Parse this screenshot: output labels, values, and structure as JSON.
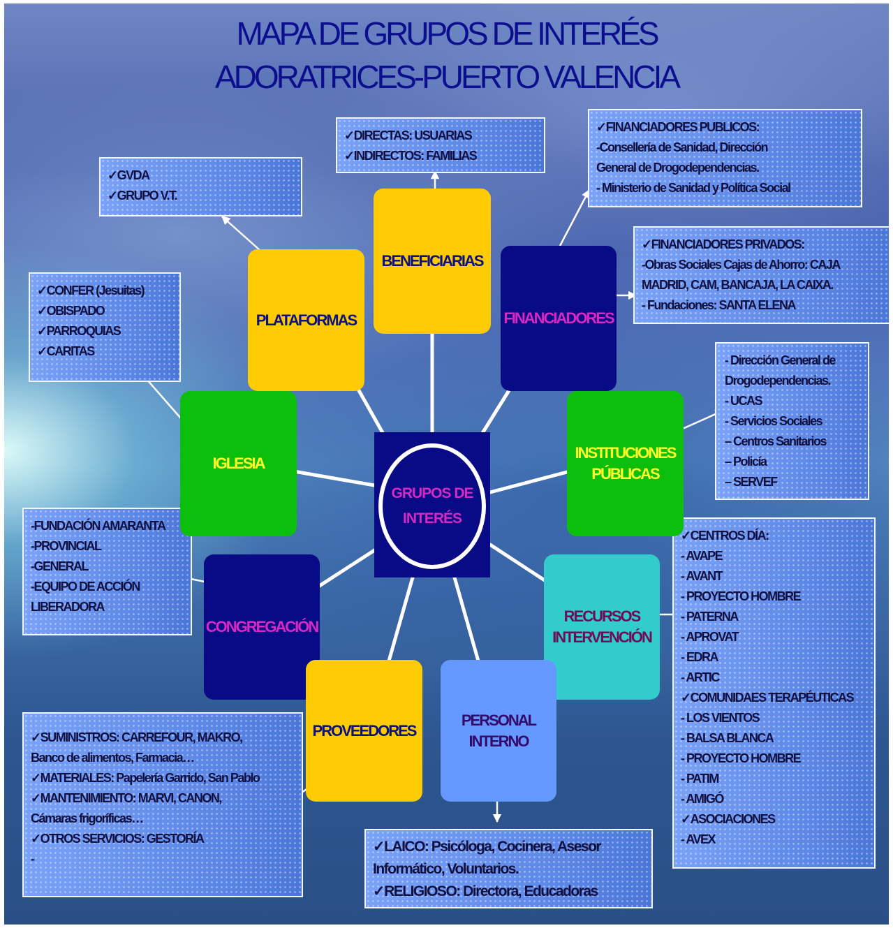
{
  "title": {
    "line1": "MAPA DE GRUPOS DE INTERÉS",
    "line2": "ADORATRICES-PUERTO VALENCIA"
  },
  "center": {
    "label": "GRUPOS DE INTERÉS"
  },
  "nodes": {
    "beneficiarias": "BENEFICIARIAS",
    "plataformas": "PLATAFORMAS",
    "financiadores": "FINANCIADORES",
    "iglesia": "IGLESIA",
    "instituciones": "INSTITUCIONES PÚBLICAS",
    "congregacion": "CONGREGACIÓN",
    "recursos": "RECURSOS INTERVENCIÓN",
    "proveedores": "PROVEEDORES",
    "personal": "PERSONAL INTERNO"
  },
  "boxes": {
    "beneficiarias": [
      "✓DIRECTAS: USUARIAS",
      "✓INDIRECTOS: FAMILIAS"
    ],
    "plataformas": [
      "✓GVDA",
      "✓GRUPO V.T."
    ],
    "financiadores_publicos": [
      "✓FINANCIADORES PUBLICOS:",
      "-Consellería de Sanidad, Dirección",
      "General de Drogodependencias.",
      "- Ministerio de Sanidad y Política Social"
    ],
    "financiadores_privados": [
      "✓FINANCIADORES PRIVADOS:",
      "-Obras Sociales Cajas de Ahorro: CAJA",
      "MADRID, CAM, BANCAJA, LA CAIXA.",
      "- Fundaciones: SANTA ELENA"
    ],
    "iglesia": [
      "✓CONFER (Jesuitas)",
      "✓OBISPADO",
      "✓PARROQUIAS",
      "✓CARITAS"
    ],
    "instituciones": [
      "- Dirección General de",
      "Drogodependencias.",
      "- UCAS",
      "- Servicios Sociales",
      "– Centros Sanitarios",
      "– Policía",
      "– SERVEF"
    ],
    "congregacion": [
      "-FUNDACIÓN AMARANTA",
      "-PROVINCIAL",
      "-GENERAL",
      "-EQUIPO DE ACCIÓN",
      "LIBERADORA"
    ],
    "recursos": [
      "✓CENTROS DÍA:",
      "- AVAPE",
      "- AVANT",
      "- PROYECTO HOMBRE",
      "- PATERNA",
      "- APROVAT",
      "- EDRA",
      "- ARTIC",
      "✓COMUNIDAES TERAPÉUTICAS",
      "- LOS VIENTOS",
      "- BALSA BLANCA",
      "- PROYECTO HOMBRE",
      "- PATIM",
      "- AMIGÓ",
      "✓ASOCIACIONES",
      "- AVEX"
    ],
    "proveedores": [
      "✓SUMINISTROS: CARREFOUR, MAKRO,",
      "Banco de alimentos, Farmacia…",
      "✓MATERIALES: Papelería Garrido, San Pablo",
      "✓MANTENIMIENTO: MARVI, CANON,",
      "Cámaras frigoríficas…",
      "✓OTROS SERVICIOS: GESTORÍA",
      "-"
    ],
    "personal": [
      "✓LAICO: Psicóloga, Cocinera, Asesor",
      "Informático, Voluntarios.",
      "✓RELIGIOSO: Directora, Educadoras"
    ]
  }
}
